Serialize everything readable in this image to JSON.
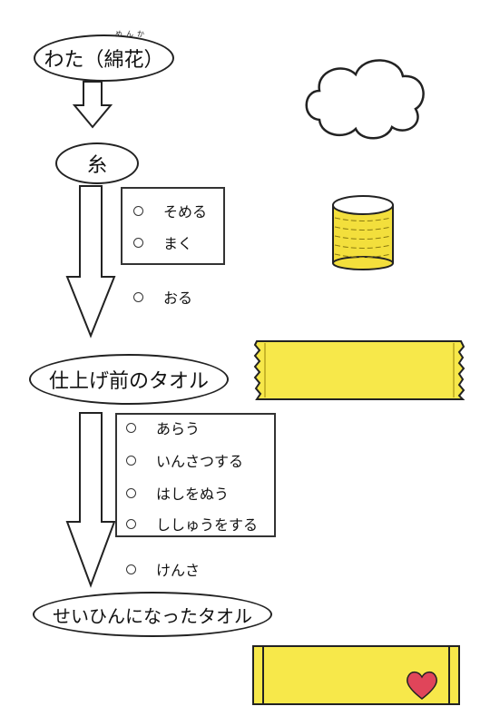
{
  "nodes": {
    "cotton": {
      "label": "わた（綿花）",
      "ruby": "めんか"
    },
    "thread": {
      "label": "糸"
    },
    "unfinished_towel": {
      "label": "仕上げ前のタオル"
    },
    "finished_towel": {
      "label": "せいひんになったタオル"
    }
  },
  "steps_group1": {
    "boxed": [
      "そめる",
      "まく"
    ],
    "unboxed": "おる"
  },
  "steps_group2": {
    "boxed": [
      "あらう",
      "いんさつする",
      "はしをぬう",
      "ししゅうをする"
    ],
    "unboxed": "けんさ"
  },
  "colors": {
    "towel_yellow": "#f7e84a",
    "thread_yellow": "#f3df3c",
    "heart_red": "#e0455a",
    "outline": "#222222"
  },
  "icons": [
    "cotton-cloud-icon",
    "thread-spool-icon",
    "towel-unfinished-icon",
    "towel-finished-icon",
    "heart-icon"
  ]
}
